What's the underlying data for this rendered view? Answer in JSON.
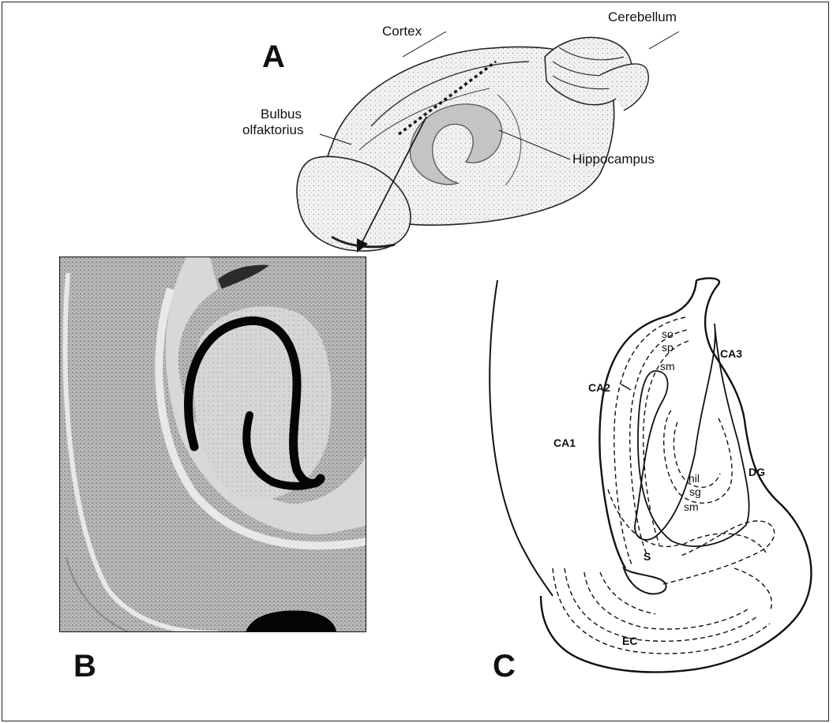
{
  "panel_a": {
    "letter": "A",
    "labels": {
      "cortex": "Cortex",
      "cerebellum": "Cerebellum",
      "bulbus_line1": "Bulbus",
      "bulbus_line2": "olfaktorius",
      "hippocampus": "Hippocampus"
    }
  },
  "panel_b": {
    "letter": "B"
  },
  "panel_c": {
    "letter": "C",
    "labels": {
      "so": "so",
      "sp": "sp",
      "sm_top": "sm",
      "ca3": "CA3",
      "ca2": "CA2",
      "ca1": "CA1",
      "dg": "DG",
      "hil": "hil",
      "sg": "sg",
      "sm_bottom": "sm",
      "s": "S",
      "ec": "EC"
    }
  },
  "colors": {
    "ink": "#111111",
    "stain": "#0a0a0a",
    "tissue": "#bdbdbd",
    "brain_fill": "#ececec"
  }
}
